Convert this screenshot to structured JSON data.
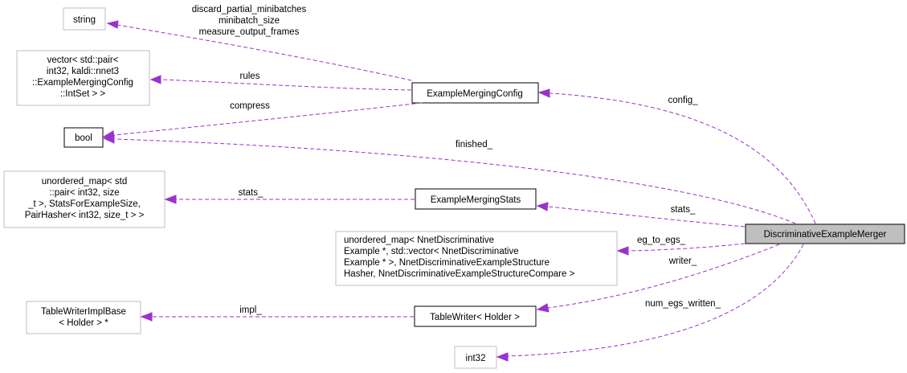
{
  "nodes": {
    "string": {
      "lines": [
        "string"
      ],
      "style": "grey",
      "fill": "#ffffff"
    },
    "vector_pair": {
      "lines": [
        "vector< std::pair<",
        "int32, kaldi::nnet3",
        "::ExampleMergingConfig",
        "::IntSet > >"
      ],
      "style": "grey",
      "fill": "#ffffff"
    },
    "bool": {
      "lines": [
        "bool"
      ],
      "style": "black",
      "fill": "#ffffff"
    },
    "unordered_map_stats": {
      "lines": [
        "unordered_map< std",
        "::pair< int32, size",
        "_t >, StatsForExampleSize,",
        "PairHasher< int32, size_t > >"
      ],
      "style": "grey",
      "fill": "#ffffff"
    },
    "table_writer_impl": {
      "lines": [
        "TableWriterImplBase",
        "< Holder > *"
      ],
      "style": "grey",
      "fill": "#ffffff"
    },
    "example_merging_config": {
      "lines": [
        "ExampleMergingConfig"
      ],
      "style": "black",
      "fill": "#ffffff"
    },
    "example_merging_stats": {
      "lines": [
        "ExampleMergingStats"
      ],
      "style": "black",
      "fill": "#ffffff"
    },
    "unordered_map_egs": {
      "lines": [
        "unordered_map< NnetDiscriminative",
        "Example *, std::vector< NnetDiscriminative",
        "Example * >, NnetDiscriminativeExampleStructure",
        "Hasher, NnetDiscriminativeExampleStructureCompare >"
      ],
      "style": "grey",
      "fill": "#ffffff"
    },
    "table_writer": {
      "lines": [
        "TableWriter< Holder >"
      ],
      "style": "black",
      "fill": "#ffffff"
    },
    "int32": {
      "lines": [
        "int32"
      ],
      "style": "grey",
      "fill": "#ffffff"
    },
    "discriminative_merger": {
      "lines": [
        "DiscriminativeExampleMerger"
      ],
      "style": "black",
      "fill": "#bfbfbf"
    }
  },
  "edges": [
    {
      "id": "edge-config-to-string",
      "labels": [
        "discard_partial_minibatches",
        "minibatch_size",
        "measure_output_frames"
      ]
    },
    {
      "id": "edge-config-to-vector",
      "labels": [
        "rules"
      ]
    },
    {
      "id": "edge-config-to-bool",
      "labels": [
        "compress"
      ]
    },
    {
      "id": "edge-merger-to-config",
      "labels": [
        "config_"
      ]
    },
    {
      "id": "edge-merger-to-bool",
      "labels": [
        "finished_"
      ]
    },
    {
      "id": "edge-stats-to-map",
      "labels": [
        "stats_"
      ]
    },
    {
      "id": "edge-merger-to-stats",
      "labels": [
        "stats_"
      ]
    },
    {
      "id": "edge-merger-to-egsmap",
      "labels": [
        "eg_to_egs_"
      ]
    },
    {
      "id": "edge-merger-to-writer",
      "labels": [
        "writer_"
      ]
    },
    {
      "id": "edge-writer-to-impl",
      "labels": [
        "impl_"
      ]
    },
    {
      "id": "edge-merger-to-int32",
      "labels": [
        "num_egs_written_"
      ]
    }
  ],
  "colors": {
    "edge": "#9a32cd",
    "grey_border": "#bfbfbf",
    "black_border": "#000000",
    "highlight_fill": "#bfbfbf"
  }
}
